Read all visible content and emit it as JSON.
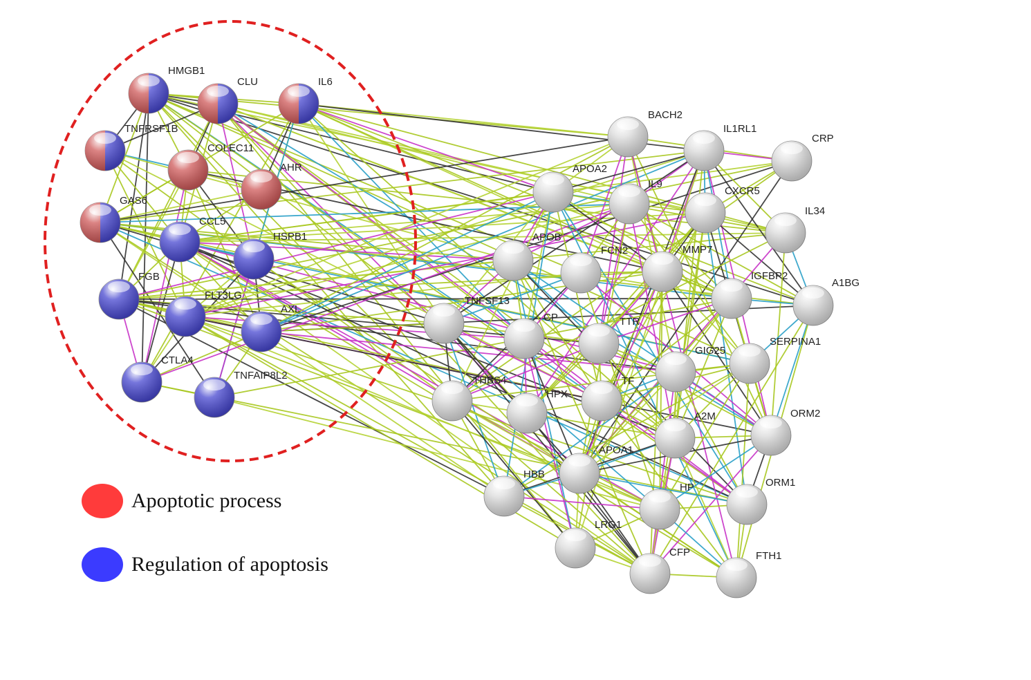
{
  "colors": {
    "apoptotic": "#cf5a5a",
    "regulation": "#4848d0",
    "neutral": "#dcdcdc",
    "dashed_circle": "#e02020",
    "legend_red": "#ff3b3b",
    "legend_blue": "#3b3bff"
  },
  "legend": {
    "apoptotic_label": "Apoptotic process",
    "regulation_label": "Regulation of apoptosis"
  },
  "nodes": [
    {
      "id": "HMGB1",
      "label": "HMGB1",
      "group": "both"
    },
    {
      "id": "CLU",
      "label": "CLU",
      "group": "both"
    },
    {
      "id": "IL6",
      "label": "IL6",
      "group": "both"
    },
    {
      "id": "TNFRSF1B",
      "label": "TNFRSF1B",
      "group": "both"
    },
    {
      "id": "COLEC11",
      "label": "COLEC11",
      "group": "apoptotic"
    },
    {
      "id": "AHR",
      "label": "AHR",
      "group": "apoptotic"
    },
    {
      "id": "GAS6",
      "label": "GAS6",
      "group": "both"
    },
    {
      "id": "CCL5",
      "label": "CCL5",
      "group": "regulation"
    },
    {
      "id": "HSPB1",
      "label": "HSPB1",
      "group": "regulation"
    },
    {
      "id": "FGB",
      "label": "FGB",
      "group": "regulation"
    },
    {
      "id": "FLT3LG",
      "label": "FLT3LG",
      "group": "regulation"
    },
    {
      "id": "AXL",
      "label": "AXL",
      "group": "regulation"
    },
    {
      "id": "CTLA4",
      "label": "CTLA4",
      "group": "regulation"
    },
    {
      "id": "TNFAIP8L2",
      "label": "TNFAIP8L2",
      "group": "regulation"
    },
    {
      "id": "BACH2",
      "label": "BACH2",
      "group": "none"
    },
    {
      "id": "IL1RL1",
      "label": "IL1RL1",
      "group": "none"
    },
    {
      "id": "CRP",
      "label": "CRP",
      "group": "none"
    },
    {
      "id": "APOA2",
      "label": "APOA2",
      "group": "none"
    },
    {
      "id": "IL9",
      "label": "IL9",
      "group": "none"
    },
    {
      "id": "CXCR5",
      "label": "CXCR5",
      "group": "none"
    },
    {
      "id": "IL34",
      "label": "IL34",
      "group": "none"
    },
    {
      "id": "APOB",
      "label": "APOB",
      "group": "none"
    },
    {
      "id": "FCN2",
      "label": "FCN2",
      "group": "none"
    },
    {
      "id": "MMP7",
      "label": "MMP7",
      "group": "none"
    },
    {
      "id": "IGFBP2",
      "label": "IGFBP2",
      "group": "none"
    },
    {
      "id": "A1BG",
      "label": "A1BG",
      "group": "none"
    },
    {
      "id": "TNFSF13",
      "label": "TNFSF13",
      "group": "none"
    },
    {
      "id": "CP",
      "label": "CP",
      "group": "none"
    },
    {
      "id": "TTR",
      "label": "TTR",
      "group": "none"
    },
    {
      "id": "GIG25",
      "label": "GIG25",
      "group": "none"
    },
    {
      "id": "SERPINA1",
      "label": "SERPINA1",
      "group": "none"
    },
    {
      "id": "THBS4",
      "label": "THBS4",
      "group": "none"
    },
    {
      "id": "HPX",
      "label": "HPX",
      "group": "none"
    },
    {
      "id": "TF",
      "label": "TF",
      "group": "none"
    },
    {
      "id": "A2M",
      "label": "A2M",
      "group": "none"
    },
    {
      "id": "ORM2",
      "label": "ORM2",
      "group": "none"
    },
    {
      "id": "APOA1",
      "label": "APOA1",
      "group": "none"
    },
    {
      "id": "HBB",
      "label": "HBB",
      "group": "none"
    },
    {
      "id": "HP",
      "label": "HP",
      "group": "none"
    },
    {
      "id": "ORM1",
      "label": "ORM1",
      "group": "none"
    },
    {
      "id": "LRG1",
      "label": "LRG1",
      "group": "none"
    },
    {
      "id": "CFP",
      "label": "CFP",
      "group": "none"
    },
    {
      "id": "FTH1",
      "label": "FTH1",
      "group": "none"
    }
  ]
}
